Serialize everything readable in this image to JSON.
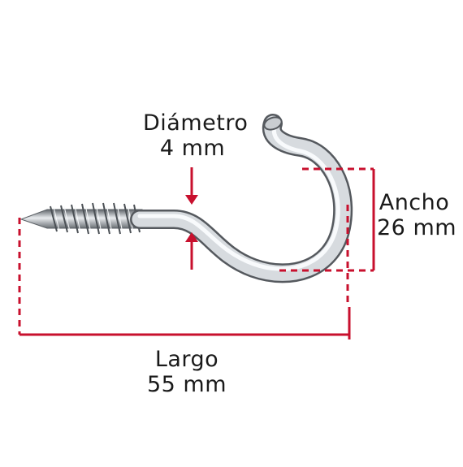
{
  "dimensions": {
    "diameter": {
      "title": "Diámetro",
      "value": "4 mm"
    },
    "width": {
      "title": "Ancho",
      "value": "26 mm"
    },
    "length": {
      "title": "Largo",
      "value": "55 mm"
    }
  },
  "colors": {
    "dimension_line": "#c8102e",
    "text": "#1a1a1a",
    "metal": "#c4c8cc",
    "background": "#ffffff"
  },
  "icons": {
    "product": "screw-hook-icon"
  }
}
